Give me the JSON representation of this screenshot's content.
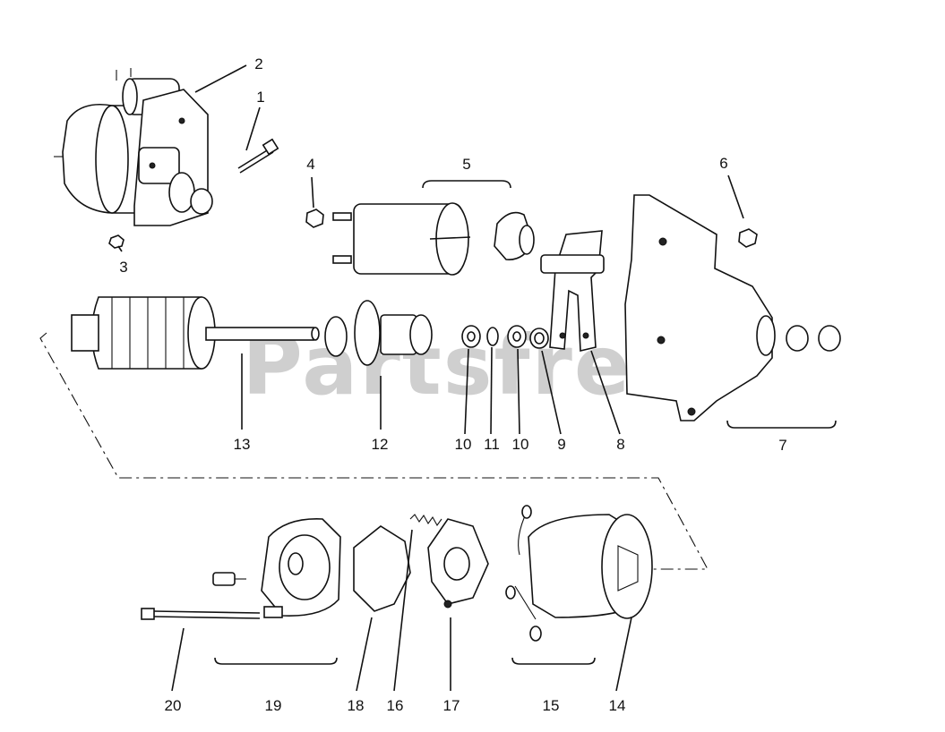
{
  "watermark": "Partsfree",
  "callouts": {
    "c1": "1",
    "c2": "2",
    "c3": "3",
    "c4": "4",
    "c5": "5",
    "c6": "6",
    "c7": "7",
    "c8": "8",
    "c9": "9",
    "c10a": "10",
    "c11": "11",
    "c10b": "10",
    "c12": "12",
    "c13": "13",
    "c14": "14",
    "c15": "15",
    "c16": "16",
    "c17": "17",
    "c18": "18",
    "c19": "19",
    "c20": "20"
  }
}
